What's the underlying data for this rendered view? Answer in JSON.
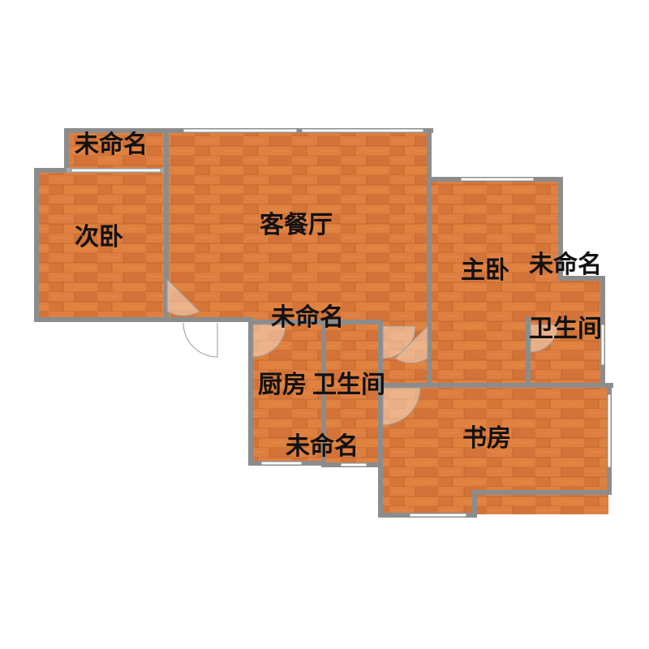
{
  "colors": {
    "floor": "#d9783c",
    "floor_dark": "#c96a30",
    "floor_light": "#e88c4c",
    "wall": "#8c8c8c",
    "window": "#ffffff",
    "door": "#ffffff",
    "door_arc": "#7f7f7f"
  },
  "rooms": [
    {
      "id": "unnamed-top-left",
      "label": "未命名"
    },
    {
      "id": "second-bedroom",
      "label": "次卧"
    },
    {
      "id": "living-dining",
      "label": "客餐厅"
    },
    {
      "id": "master-bedroom",
      "label": "主卧"
    },
    {
      "id": "unnamed-right",
      "label": "未命名"
    },
    {
      "id": "unnamed-center",
      "label": "未命名"
    },
    {
      "id": "bathroom-right",
      "label": "卫生间"
    },
    {
      "id": "kitchen",
      "label": "厨房"
    },
    {
      "id": "bathroom-center",
      "label": "卫生间"
    },
    {
      "id": "study",
      "label": "书房"
    },
    {
      "id": "unnamed-bottom",
      "label": "未命名"
    }
  ]
}
